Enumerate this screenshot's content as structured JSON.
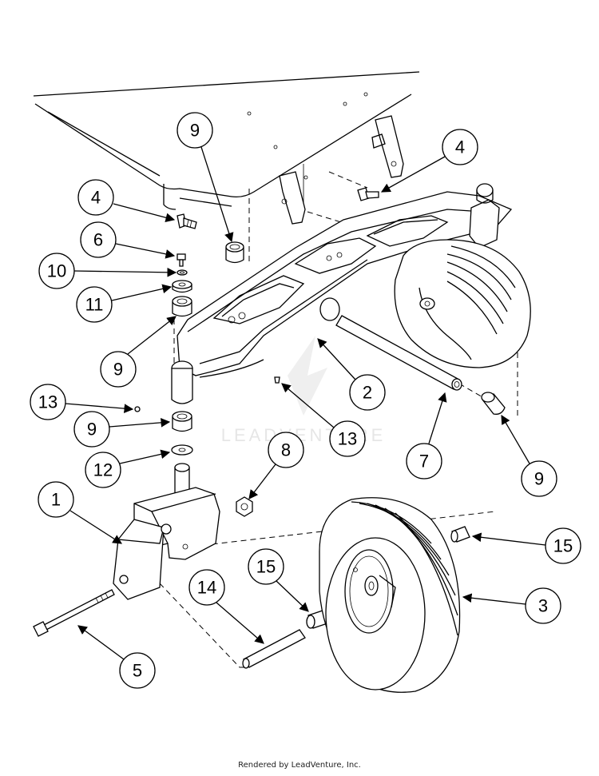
{
  "watermark": "LEADVENTURE",
  "footer": "Rendered by LeadVenture, Inc.",
  "callouts": [
    "9",
    "4",
    "4",
    "6",
    "10",
    "11",
    "9",
    "13",
    "9",
    "12",
    "2",
    "13",
    "7",
    "9",
    "8",
    "1",
    "15",
    "3",
    "14",
    "15",
    "5"
  ]
}
